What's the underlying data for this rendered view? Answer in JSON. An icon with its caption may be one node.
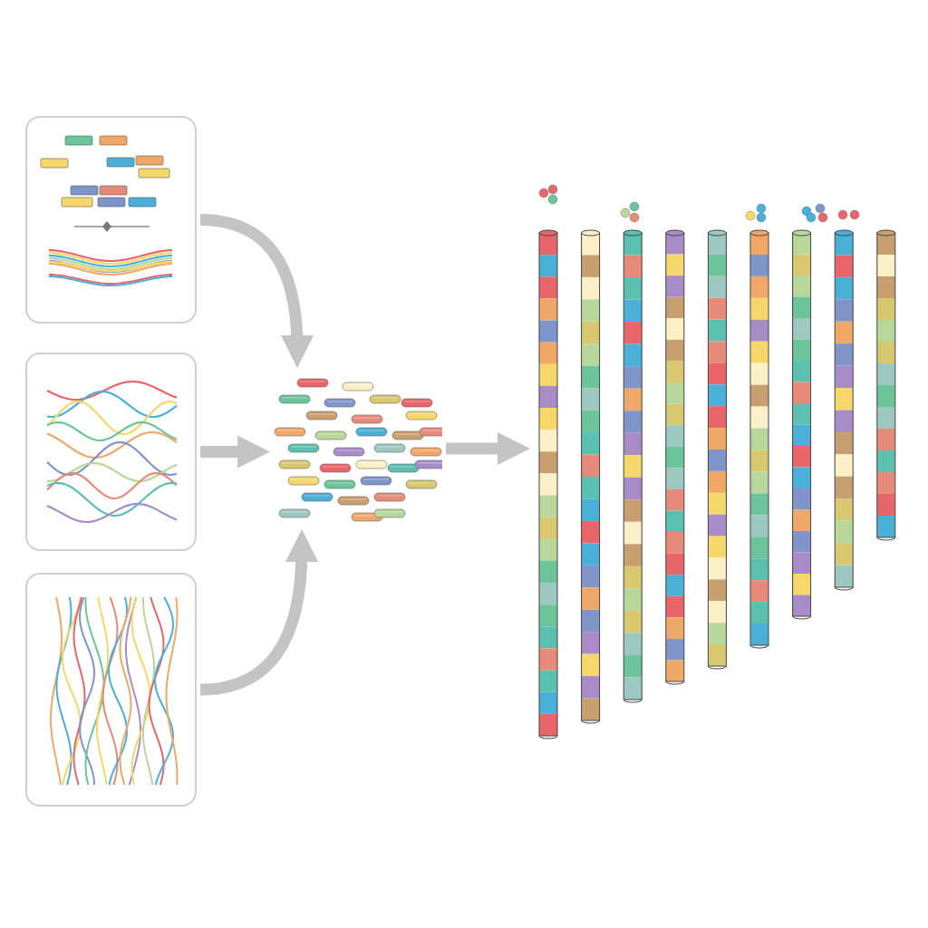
{
  "diagram": {
    "nodes": [
      {
        "text": [],
        "shape": "box"
      },
      {
        "text": [],
        "shape": "box"
      },
      {
        "text": [],
        "shape": "box"
      },
      {
        "text": [],
        "shape": "picture"
      },
      {
        "text": [],
        "shape": "picture"
      }
    ],
    "edges": [
      {
        "from": 0,
        "to": 3,
        "arrow": "to"
      },
      {
        "from": 1,
        "to": 3,
        "arrow": "to"
      },
      {
        "from": 2,
        "to": 3,
        "arrow": "to"
      },
      {
        "from": 3,
        "to": 4,
        "arrow": "to"
      }
    ]
  }
}
